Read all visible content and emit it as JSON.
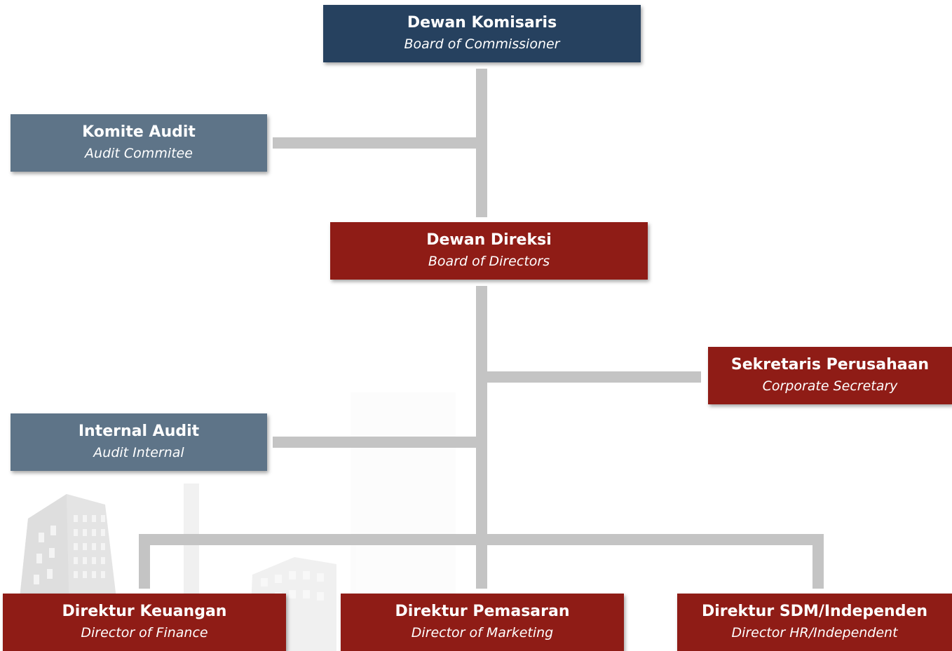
{
  "colors": {
    "commissioner": "#26415f",
    "committee": "#5e7488",
    "director": "#8f1c16",
    "connector": "#c4c4c4"
  },
  "nodes": {
    "board_of_commissioner": {
      "title": "Dewan Komisaris",
      "subtitle": "Board of Commissioner"
    },
    "audit_committee": {
      "title": "Komite Audit",
      "subtitle": "Audit Commitee"
    },
    "board_of_directors": {
      "title": "Dewan Direksi",
      "subtitle": "Board of Directors"
    },
    "corporate_secretary": {
      "title": "Sekretaris Perusahaan",
      "subtitle": "Corporate Secretary"
    },
    "internal_audit": {
      "title": "Internal Audit",
      "subtitle": "Audit Internal"
    },
    "director_finance": {
      "title": "Direktur Keuangan",
      "subtitle": "Director of Finance"
    },
    "director_marketing": {
      "title": "Direktur Pemasaran",
      "subtitle": "Director of Marketing"
    },
    "director_hr": {
      "title": "Direktur SDM/Independen",
      "subtitle": "Director HR/Independent"
    }
  }
}
